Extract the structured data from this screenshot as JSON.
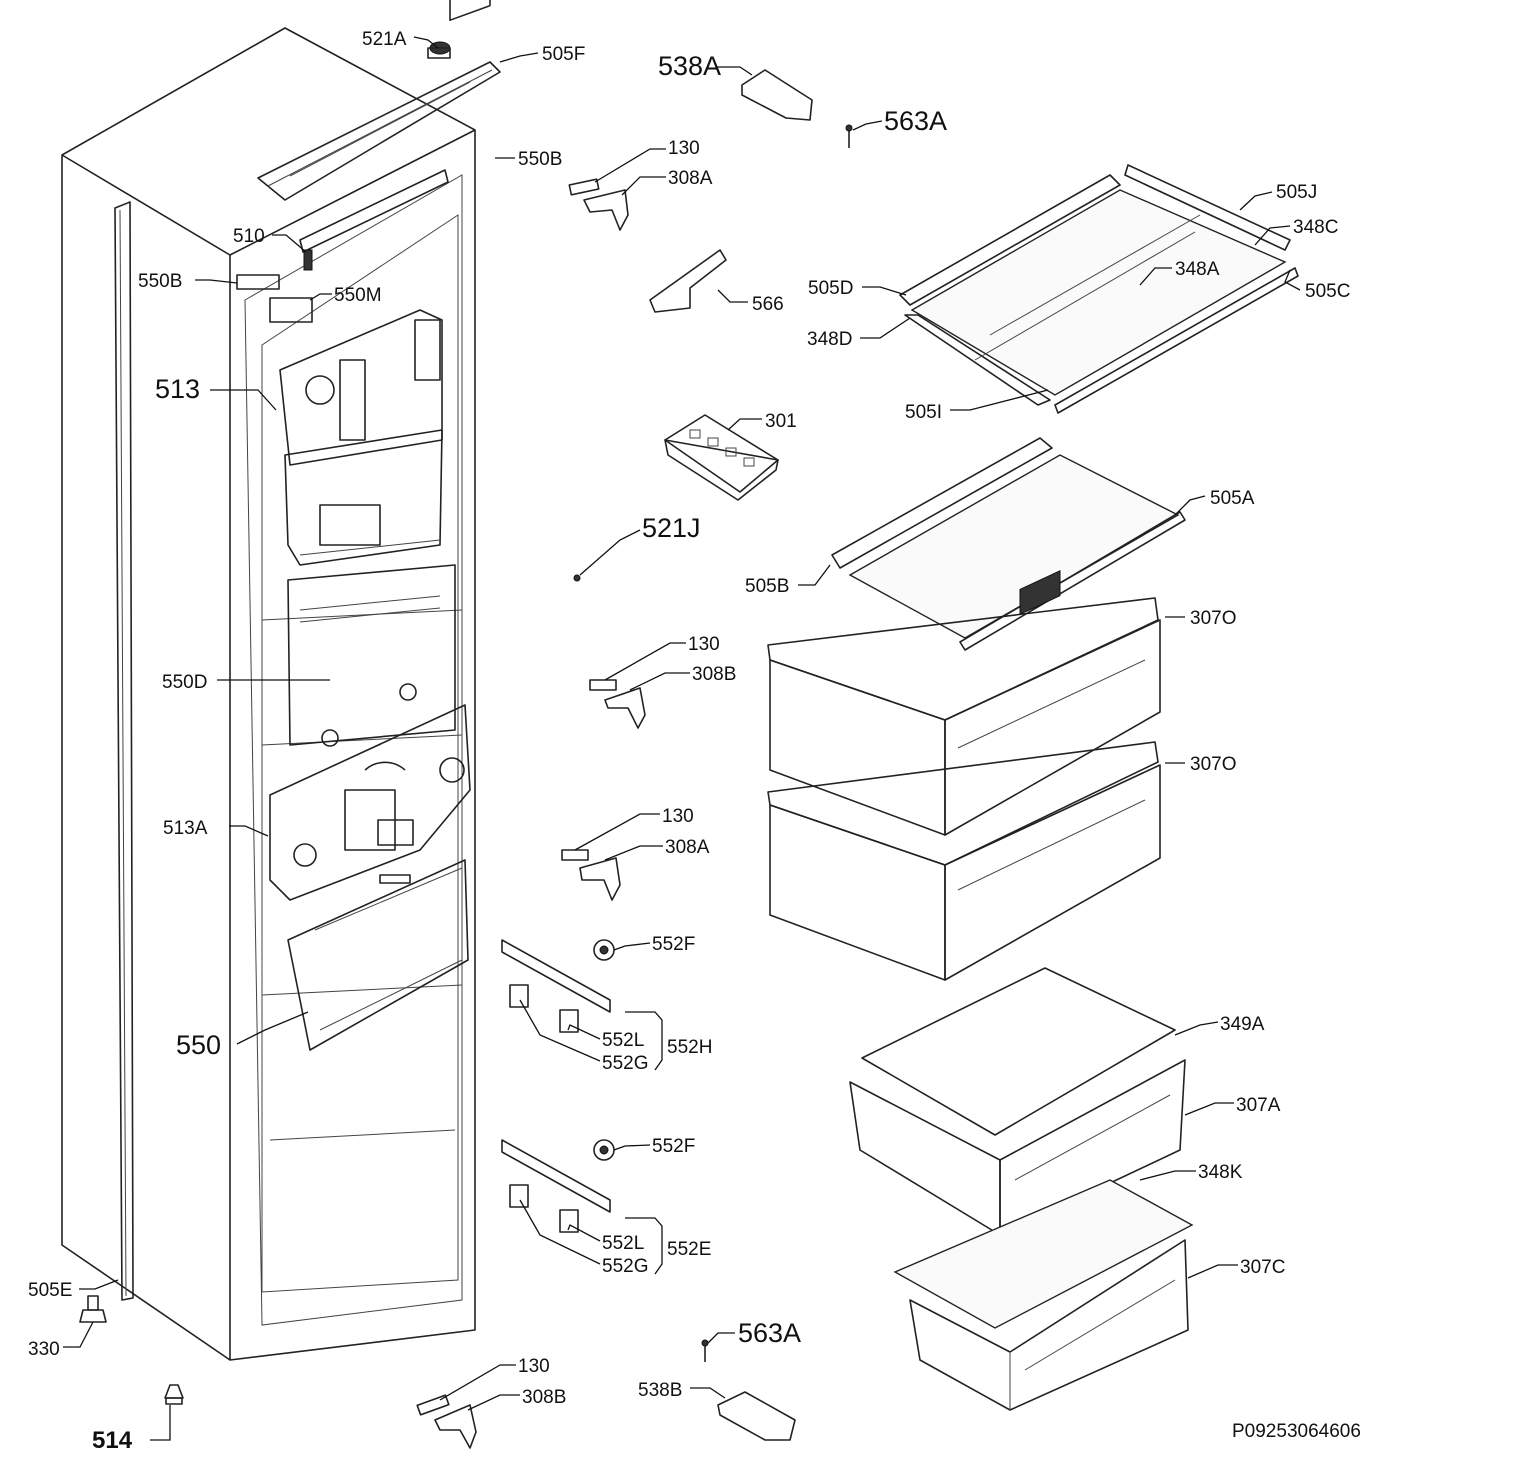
{
  "labels": {
    "l521A_top": "521A",
    "l505F": "505F",
    "l538A": "538A",
    "l563A_top": "563A",
    "l550B_right": "550B",
    "l130_a": "130",
    "l308A_a": "308A",
    "l505J": "505J",
    "l348C": "348C",
    "l510": "510",
    "l550B_left": "550B",
    "l550M": "550M",
    "l566": "566",
    "l505D": "505D",
    "l505C": "505C",
    "l348D": "348D",
    "l513": "513",
    "l505I": "505I",
    "l301": "301",
    "l348A": "348A",
    "l505A": "505A",
    "l521J": "521J",
    "l505B": "505B",
    "l307O_a": "307O",
    "l130_b": "130",
    "l308B_a": "308B",
    "l550D": "550D",
    "l307O_b": "307O",
    "l130_c": "130",
    "l308A_b": "308A",
    "l513A": "513A",
    "l552F_a": "552F",
    "l349A": "349A",
    "l550": "550",
    "l552L_a": "552L",
    "l552H": "552H",
    "l552G_a": "552G",
    "l307A": "307A",
    "l552F_b": "552F",
    "l348K": "348K",
    "l552L_b": "552L",
    "l552E": "552E",
    "l552G_b": "552G",
    "l307C": "307C",
    "l505E": "505E",
    "l330": "330",
    "l563A_bottom": "563A",
    "l130_d": "130",
    "l538B": "538B",
    "l308B_b": "308B",
    "l514": "514",
    "drawing_number": "P09253064606"
  }
}
